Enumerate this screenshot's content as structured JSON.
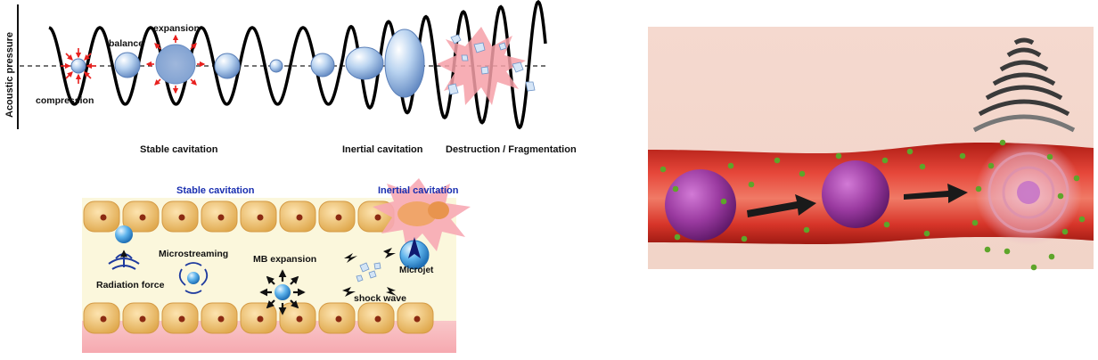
{
  "top_panel": {
    "ylabel": "Acoustic pressure",
    "labels": {
      "balance": "balance",
      "expansion": "expansion",
      "compression": "compression",
      "stable": "Stable cavitation",
      "inertial": "Inertial cavitation",
      "destruction": "Destruction / Fragmentation"
    }
  },
  "bottom_panel": {
    "labels": {
      "stable": "Stable  cavitation",
      "inertial": "Inertial  cavitation",
      "microstreaming": "Microstreaming",
      "radiation": "Radiation force",
      "mb_expansion": "MB expansion",
      "shock": "shock wave",
      "microjet": "Microjet"
    }
  },
  "colors": {
    "bubble": "#a9c6ea",
    "bubble_dark": "#6f95c8",
    "arrow_red": "#e8201e",
    "burst": "#f6a0a8",
    "cell": "#f2c77a",
    "nucleus": "#8b2a12",
    "plasma": "#fbf7dc",
    "vessel": "#d8362a",
    "sphere": "#9a3aa0",
    "dot_green": "#5ea52a"
  }
}
